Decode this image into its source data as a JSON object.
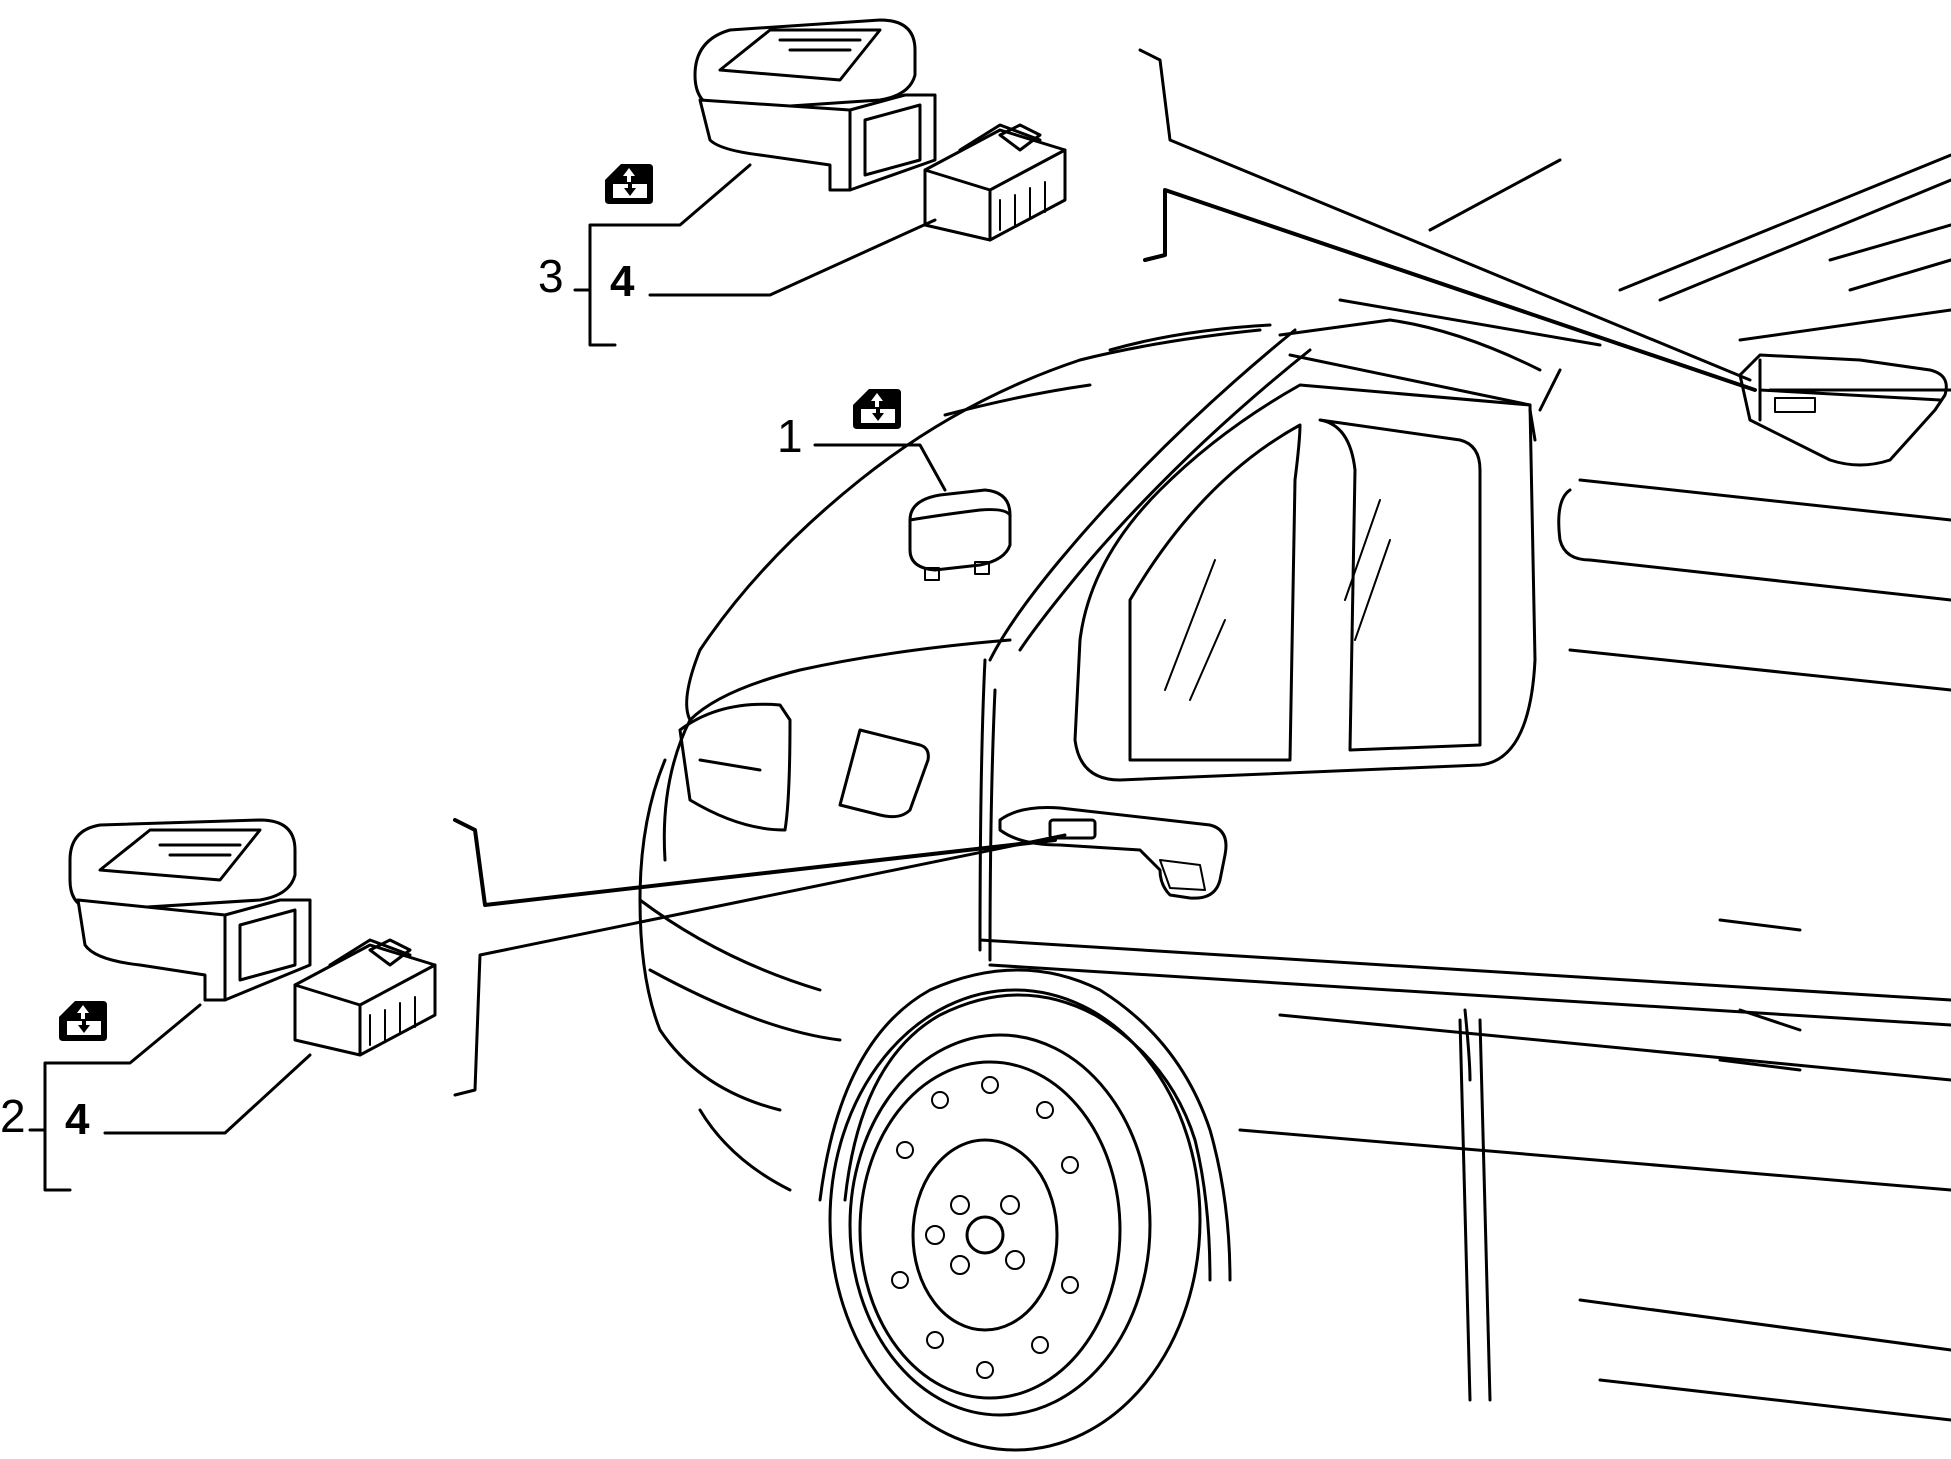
{
  "callouts": {
    "item_1": "1",
    "item_2": "2",
    "item_3": "3",
    "item_4_upper": "4",
    "item_4_lower": "4"
  },
  "icons": {
    "window_lift": "window-lift-icon"
  },
  "colors": {
    "line": "#000000",
    "background": "#ffffff"
  }
}
